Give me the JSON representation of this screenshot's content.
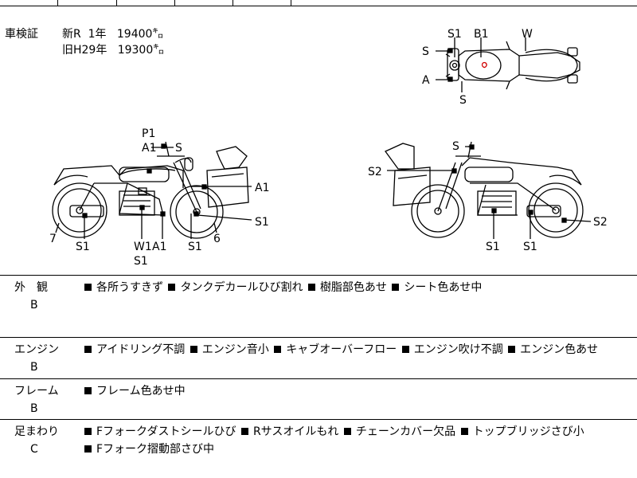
{
  "inspection": {
    "label": "車検証",
    "line1": "新R  1年   19400㌔",
    "line2": "旧H29年   19300㌔"
  },
  "top_view_labels": {
    "s1": "S1",
    "b1": "B1",
    "w": "W",
    "s_left": "S",
    "a_left": "A",
    "s_bottom": "S"
  },
  "left_view_labels": {
    "p1": "P1",
    "a1_top": "A1",
    "s_top": "S",
    "a1_right": "A1",
    "s1_right": "S1",
    "num7": "7",
    "num6": "6",
    "s1_a": "S1",
    "w1": "W1",
    "a1_b": "A1",
    "s1_b": "S1",
    "s1_c": "S1"
  },
  "right_view_labels": {
    "s_top": "S",
    "s2_left": "S2",
    "s2_right": "S2",
    "s1_a": "S1",
    "s1_b": "S1"
  },
  "conditions": [
    {
      "category": "外　観",
      "grade": "B",
      "items": [
        "各所うすきず",
        "タンクデカールひび割れ",
        "樹脂部色あせ",
        "シート色あせ中"
      ]
    },
    {
      "category": "エンジン",
      "grade": "B",
      "items": [
        "アイドリング不調",
        "エンジン音小",
        "キャブオーバーフロー",
        "エンジン吹け不調",
        "エンジン色あせ"
      ]
    },
    {
      "category": "フレーム",
      "grade": "B",
      "items": [
        "フレーム色あせ中"
      ]
    },
    {
      "category": "足まわり",
      "grade": "C",
      "items": [
        "Fフォークダストシールひび",
        "Rサスオイルもれ",
        "チェーンカバー欠品",
        "トップブリッジさび小",
        "Fフォーク摺動部さび中"
      ]
    }
  ]
}
